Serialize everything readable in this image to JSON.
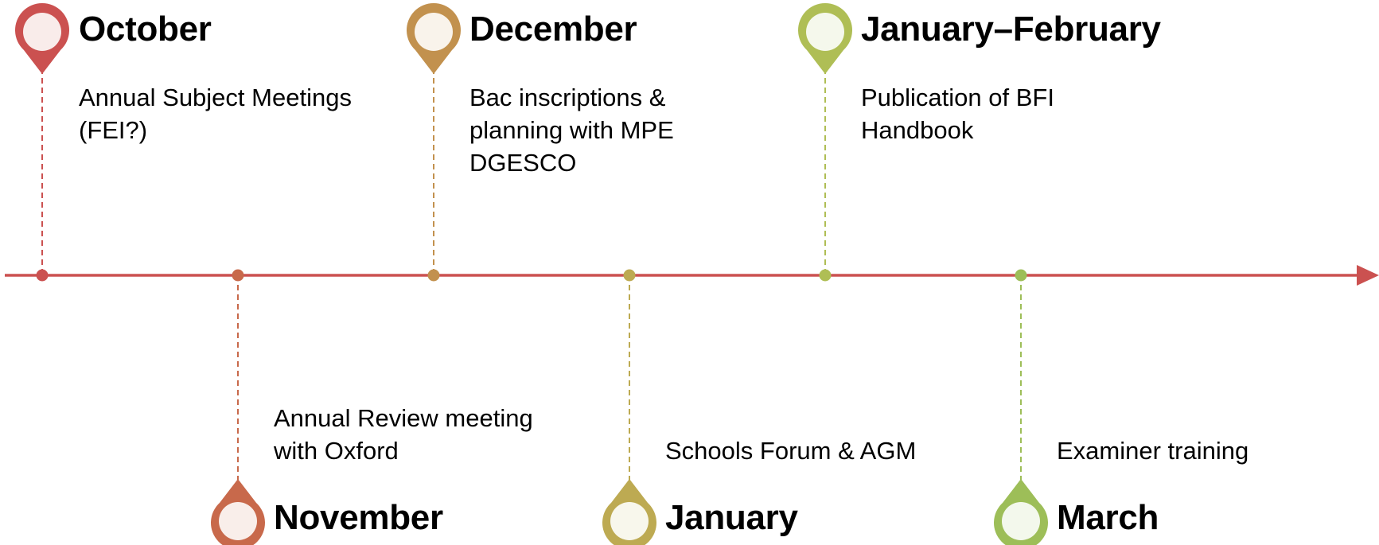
{
  "timeline": {
    "axis_color": "#CB5150",
    "events": [
      {
        "title": "October",
        "lines": [
          "Annual Subject Meetings",
          "(FEI?)"
        ],
        "color": "#CB5150",
        "fill": "#F9ECEA"
      },
      {
        "title": "November",
        "lines": [
          "Annual Review meeting",
          "with Oxford"
        ],
        "color": "#C8694B",
        "fill": "#F9EEEA"
      },
      {
        "title": "December",
        "lines": [
          "Bac inscriptions &",
          "planning with MPE",
          "DGESCO"
        ],
        "color": "#C2914E",
        "fill": "#F9F3EB"
      },
      {
        "title": "January",
        "lines": [
          "Schools Forum & AGM"
        ],
        "color": "#BDAA52",
        "fill": "#F8F7EC"
      },
      {
        "title": "January–February",
        "lines": [
          "Publication of BFI",
          "Handbook"
        ],
        "color": "#AFBE55",
        "fill": "#F5F8EC"
      },
      {
        "title": "March",
        "lines": [
          "Examiner training"
        ],
        "color": "#9DBE58",
        "fill": "#F3F8EC"
      }
    ]
  }
}
